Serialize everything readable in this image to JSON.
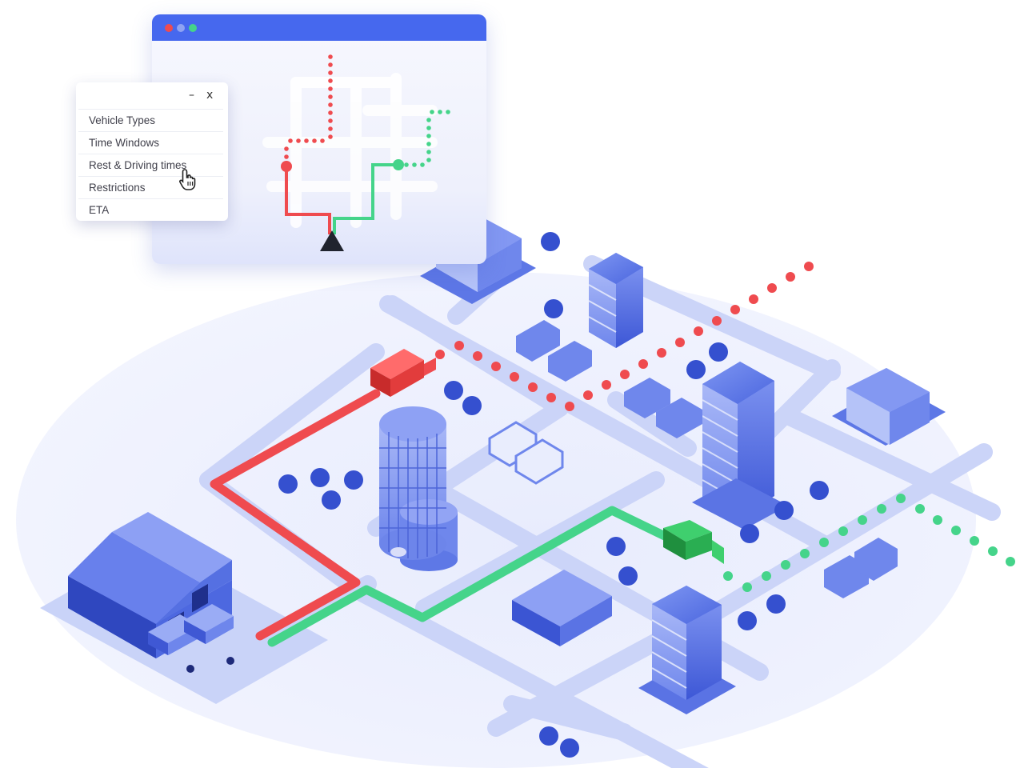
{
  "colors": {
    "titlebar": "#4668ee",
    "route_red": "#ef4b4f",
    "route_green": "#45d48a",
    "road": "#c9d2f7",
    "building": "#5b76e6"
  },
  "window": {
    "controls": [
      "close",
      "minimize",
      "maximize"
    ]
  },
  "menu": {
    "minimize_label": "–",
    "close_label": "x",
    "items": [
      {
        "label": "Vehicle Types"
      },
      {
        "label": "Time Windows"
      },
      {
        "label": "Rest & Driving times"
      },
      {
        "label": "Restrictions"
      },
      {
        "label": "ETA"
      }
    ]
  },
  "icons": {
    "cursor": "hand-pointer-icon",
    "depot": "triangle-depot-icon"
  }
}
